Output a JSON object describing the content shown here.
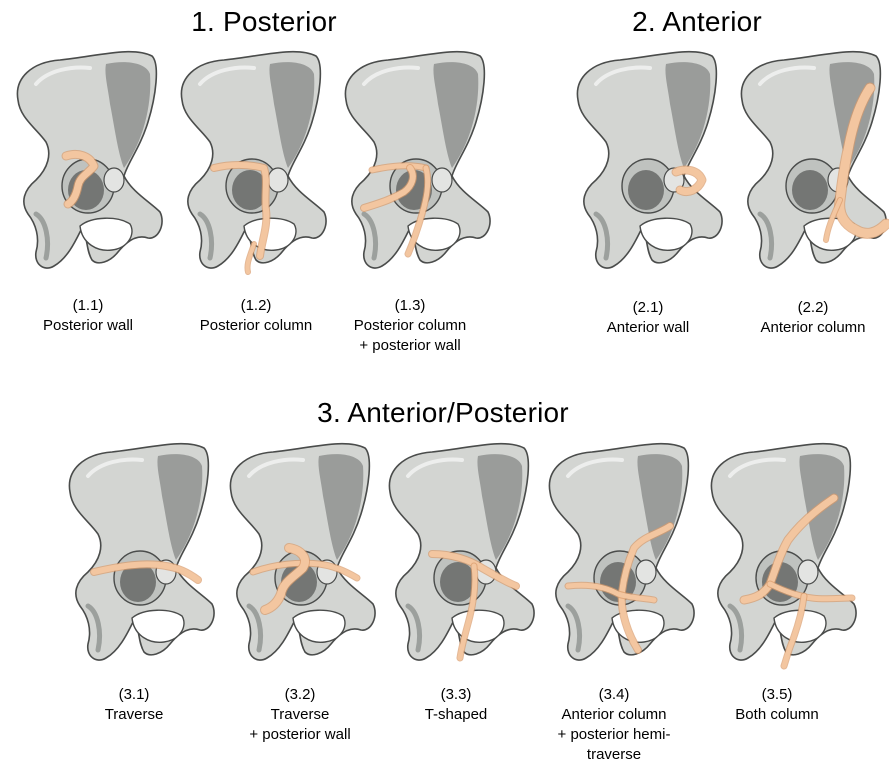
{
  "colors": {
    "bone": "#d3d5d2",
    "bone_shadow": "#8f9290",
    "bone_dark": "#6b6e6c",
    "outline": "#4a4c4b",
    "fracture": "#f3c6a0",
    "fracture_edge": "#d99a6a"
  },
  "groups": [
    {
      "title": "1. Posterior",
      "figures": [
        {
          "id": "1.1",
          "code": "(1.1)",
          "lines": [
            "Posterior wall"
          ],
          "fracture": "posterior-wall"
        },
        {
          "id": "1.2",
          "code": "(1.2)",
          "lines": [
            "Posterior column"
          ],
          "fracture": "posterior-column"
        },
        {
          "id": "1.3",
          "code": "(1.3)",
          "lines": [
            "Posterior column",
            "+  posterior wall"
          ],
          "fracture": "posterior-column-wall"
        }
      ]
    },
    {
      "title": "2. Anterior",
      "figures": [
        {
          "id": "2.1",
          "code": "(2.1)",
          "lines": [
            "Anterior wall"
          ],
          "fracture": "anterior-wall"
        },
        {
          "id": "2.2",
          "code": "(2.2)",
          "lines": [
            "Anterior column"
          ],
          "fracture": "anterior-column"
        }
      ]
    },
    {
      "title": "3. Anterior/Posterior",
      "figures": [
        {
          "id": "3.1",
          "code": "(3.1)",
          "lines": [
            "Traverse"
          ],
          "fracture": "transverse"
        },
        {
          "id": "3.2",
          "code": "(3.2)",
          "lines": [
            "Traverse",
            "+ posterior wall"
          ],
          "fracture": "transverse-wall"
        },
        {
          "id": "3.3",
          "code": "(3.3)",
          "lines": [
            "T-shaped"
          ],
          "fracture": "t-shaped"
        },
        {
          "id": "3.4",
          "code": "(3.4)",
          "lines": [
            "Anterior column",
            "+ posterior hemi-",
            "traverse"
          ],
          "fracture": "anterior-hemitransverse"
        },
        {
          "id": "3.5",
          "code": "(3.5)",
          "lines": [
            "Both column"
          ],
          "fracture": "both-column"
        }
      ]
    }
  ]
}
